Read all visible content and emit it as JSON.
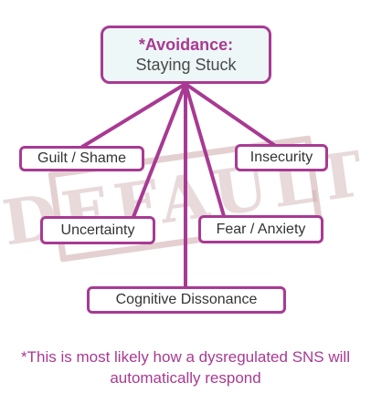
{
  "diagram": {
    "watermark": "DEFAULT",
    "root": {
      "title": "*Avoidance:",
      "subtitle": "Staying Stuck"
    },
    "nodes": {
      "guilt": "Guilt / Shame",
      "insecurity": "Insecurity",
      "uncertainty": "Uncertainty",
      "fear": "Fear / Anxiety",
      "cognitive": "Cognitive Dissonance"
    },
    "footnote": "*This is most likely how a dysregulated SNS will automatically respond",
    "colors": {
      "accent": "#a83a93",
      "root_fill": "#eef7f7",
      "watermark": "#cdaaac"
    }
  }
}
